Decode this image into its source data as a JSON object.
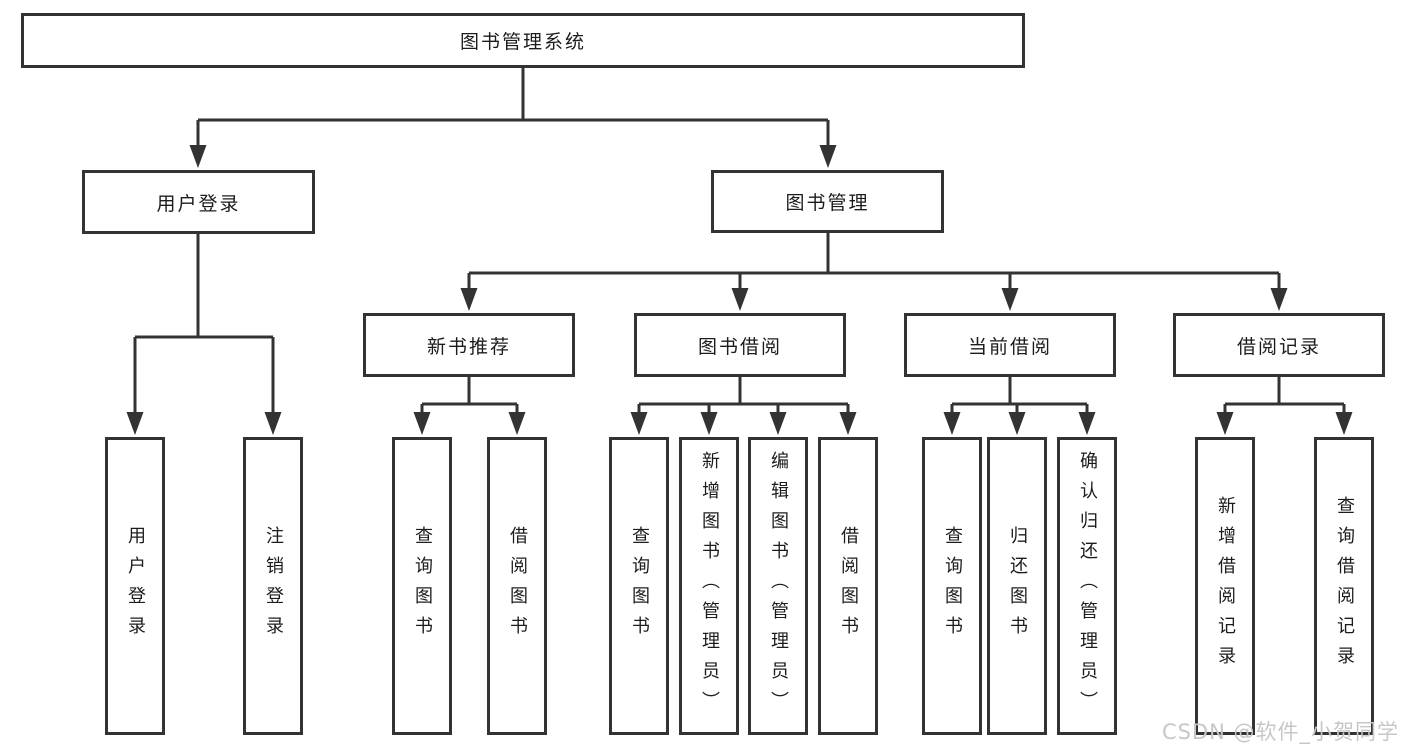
{
  "colors": {
    "line": "#333333",
    "box_border": "#333333",
    "box_fill": "#ffffff",
    "text": "#1c1c1c",
    "watermark": "#c7c7c7",
    "background": "#ffffff"
  },
  "watermark": {
    "text": "CSDN @软件_小贺同学"
  },
  "tree": {
    "root": {
      "label": "图书管理系统"
    },
    "children": [
      {
        "label": "用户登录",
        "children": [
          {
            "label": "用户登录"
          },
          {
            "label": "注销登录"
          }
        ]
      },
      {
        "label": "图书管理",
        "children": [
          {
            "label": "新书推荐",
            "children": [
              {
                "label": "查询图书"
              },
              {
                "label": "借阅图书"
              }
            ]
          },
          {
            "label": "图书借阅",
            "children": [
              {
                "label": "查询图书"
              },
              {
                "label": "新增图书（管理员）"
              },
              {
                "label": "编辑图书（管理员）"
              },
              {
                "label": "借阅图书"
              }
            ]
          },
          {
            "label": "当前借阅",
            "children": [
              {
                "label": "查询图书"
              },
              {
                "label": "归还图书"
              },
              {
                "label": "确认归还（管理员）"
              }
            ]
          },
          {
            "label": "借阅记录",
            "children": [
              {
                "label": "新增借阅记录"
              },
              {
                "label": "查询借阅记录"
              }
            ]
          }
        ]
      }
    ]
  }
}
